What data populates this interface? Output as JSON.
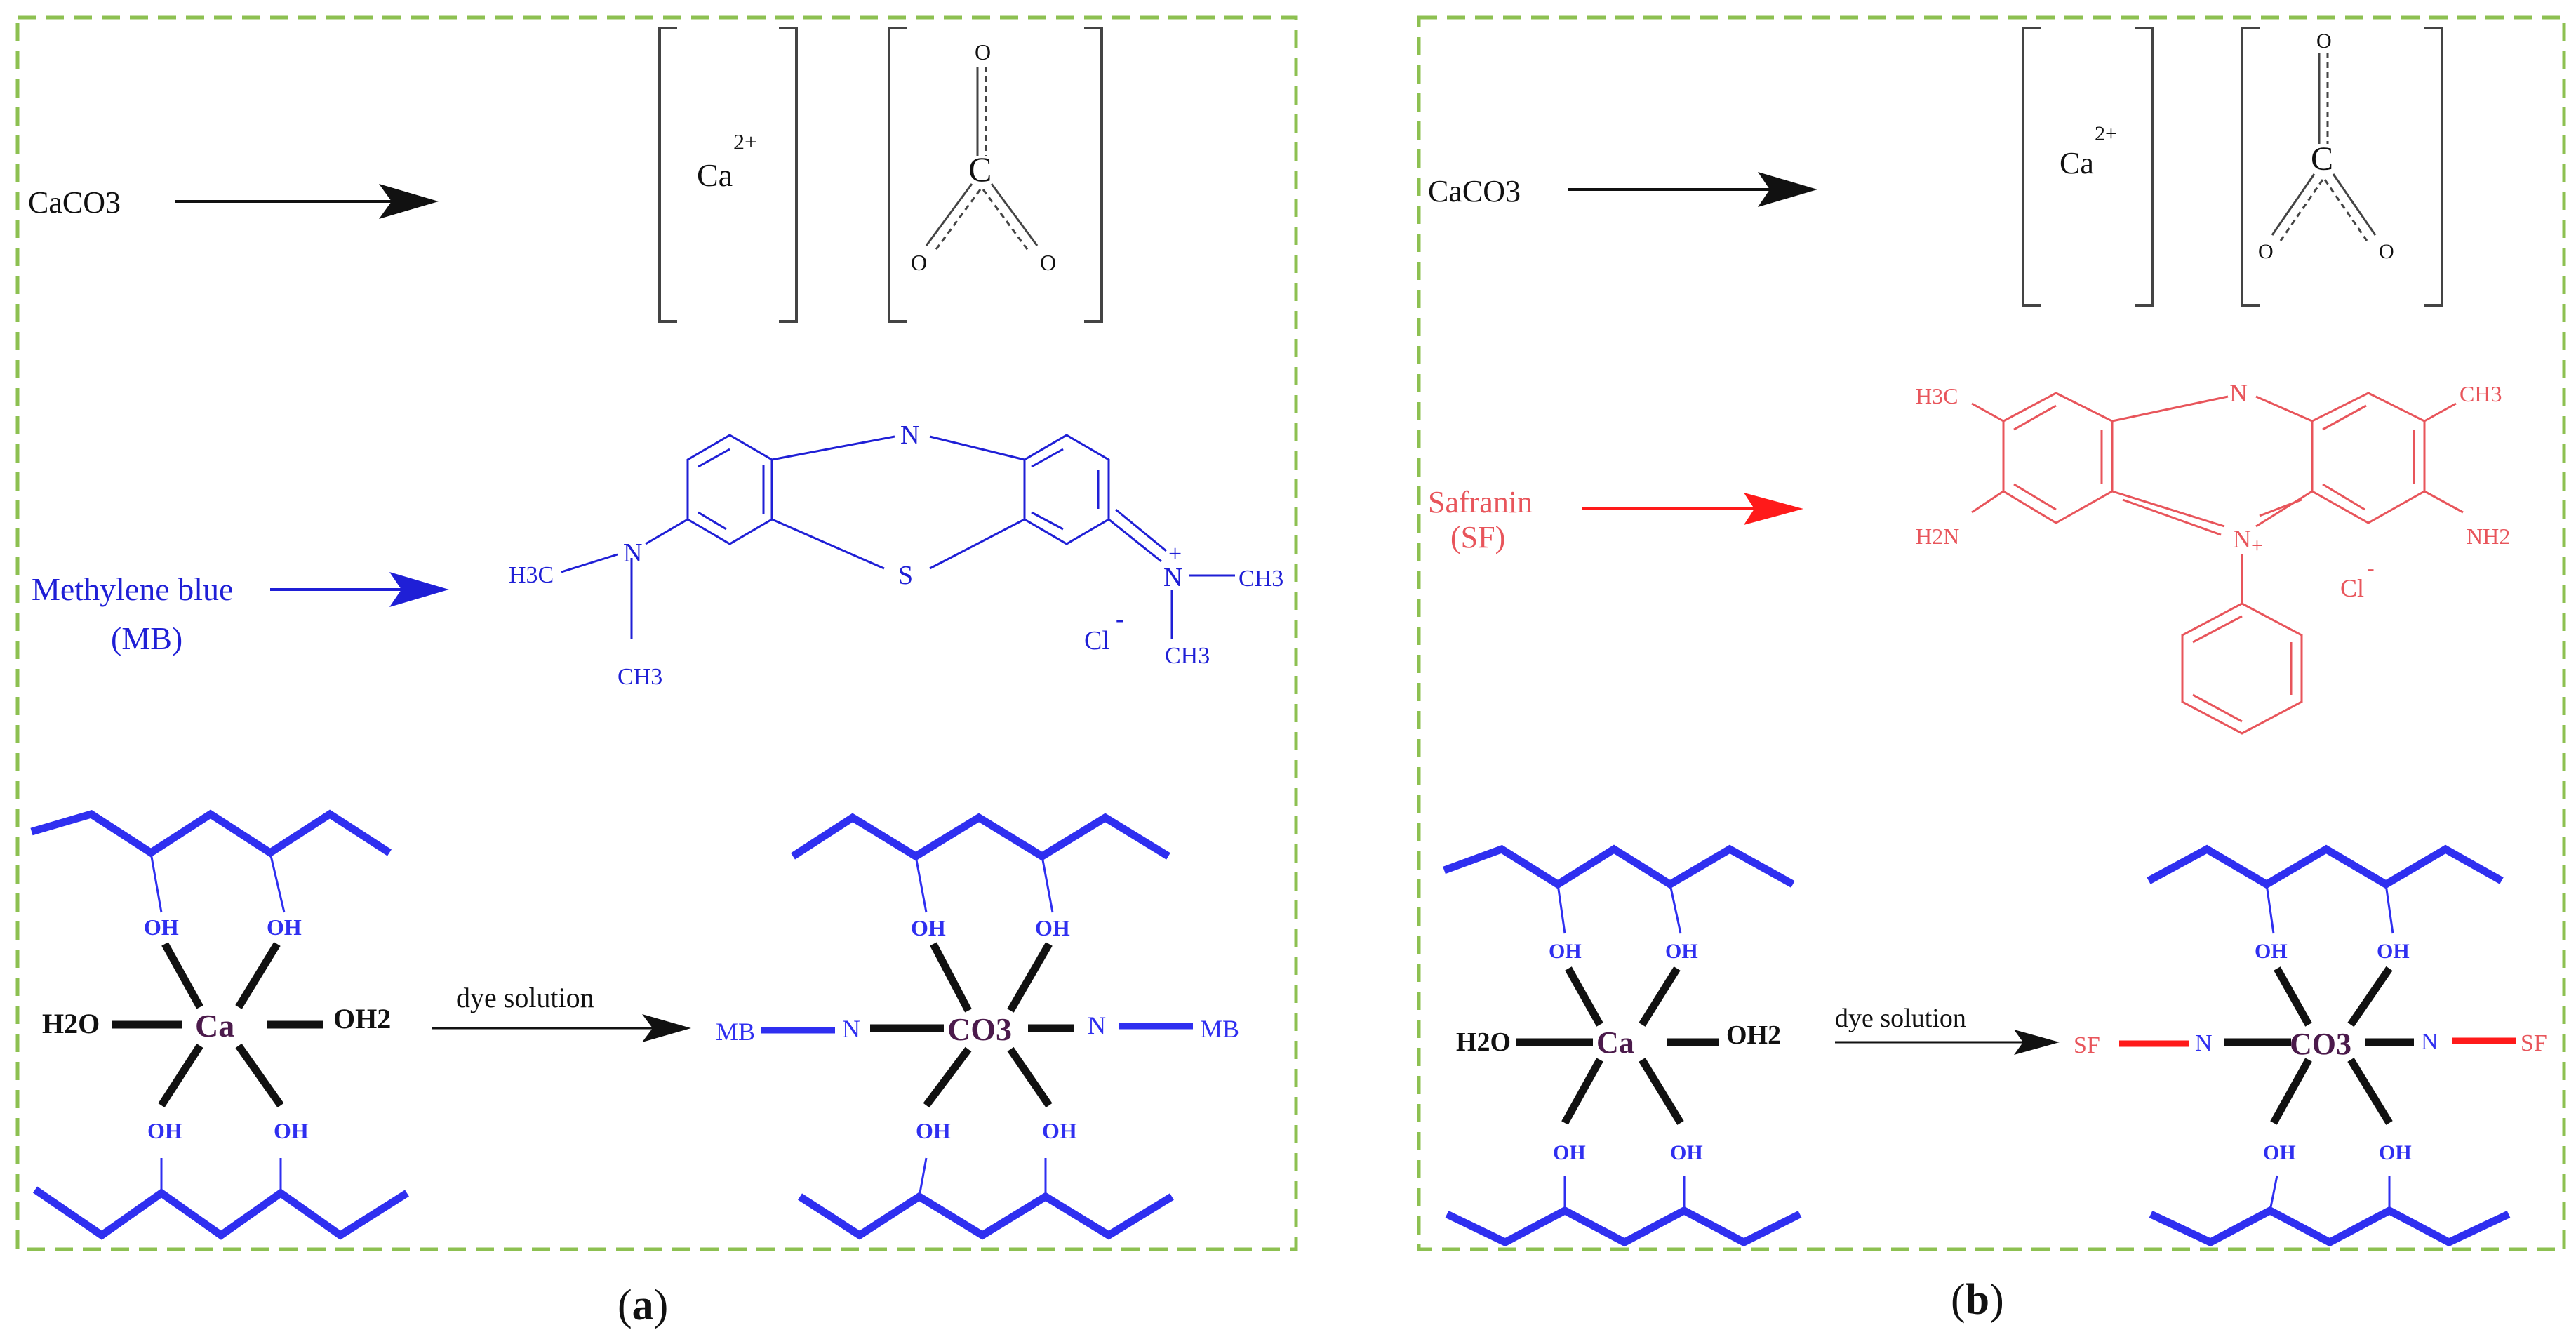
{
  "colors": {
    "frame": "#8dc051",
    "black": "#111111",
    "gray": "#444444",
    "mb_blue": "#1f1fd6",
    "chain_blue": "#2f2ff0",
    "sf_red": "#e8555b",
    "arrow_red": "#ff1a1a",
    "metal": "#4b1a4b"
  },
  "panels": [
    {
      "id": "a",
      "label": "(a)",
      "label_letter": "a",
      "precursor": "CaCO3",
      "ion_metal": "Ca",
      "ion_charge": "2+",
      "carbonate_c": "C",
      "carbonate_o": "O",
      "dye_name": "Methylene blue",
      "dye_abbr": "(MB)",
      "dye_atoms": {
        "n_top": "N",
        "s": "S",
        "n_left": "N",
        "h3c_left": "H3C",
        "ch3_left": "CH3",
        "n_plus": "N",
        "plus": "+",
        "ch3_right_top": "CH3",
        "ch3_right_bottom": "CH3",
        "cl": "Cl",
        "cl_charge": "-"
      },
      "oh": "OH",
      "water_left": "H2O",
      "water_right": "OH2",
      "metal_left": "Ca",
      "reaction_label": "dye solution",
      "metal_right": "CO3",
      "linker_n": "N",
      "dye_tag": "MB"
    },
    {
      "id": "b",
      "label": "(b)",
      "label_letter": "b",
      "precursor": "CaCO3",
      "ion_metal": "Ca",
      "ion_charge": "2+",
      "carbonate_c": "C",
      "carbonate_o": "O",
      "dye_name": "Safranin",
      "dye_abbr": "(SF)",
      "dye_atoms": {
        "n_top": "N",
        "h3c": "H3C",
        "ch3": "CH3",
        "h2n": "H2N",
        "nh2": "NH2",
        "n_plus": "N",
        "plus": "+",
        "cl": "Cl",
        "cl_charge": "-"
      },
      "oh": "OH",
      "water_left": "H2O",
      "water_right": "OH2",
      "metal_left": "Ca",
      "reaction_label": "dye solution",
      "metal_right": "CO3",
      "linker_n": "N",
      "dye_tag": "SF"
    }
  ]
}
